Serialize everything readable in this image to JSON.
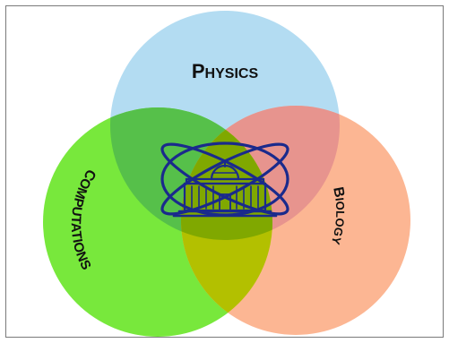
{
  "diagram": {
    "type": "venn",
    "sets": [
      {
        "key": "physics",
        "first": "P",
        "rest": "HYSICS",
        "color": "#b3dcf2"
      },
      {
        "key": "computations",
        "first": "C",
        "rest": "OMPUTATIONS",
        "color": "#78e83c"
      },
      {
        "key": "biology",
        "first": "B",
        "rest": "IOLOGY",
        "color": "#fcb693"
      }
    ],
    "overlap_colors": {
      "physics_computations": "#56c04a",
      "physics_biology": "#e7948e",
      "computations_biology": "#b3c000",
      "center": "#80a800"
    },
    "emblem": {
      "name": "institute-logo-atom-building",
      "color": "#1a2a8c"
    },
    "frame_color": "#7a7a7a"
  }
}
